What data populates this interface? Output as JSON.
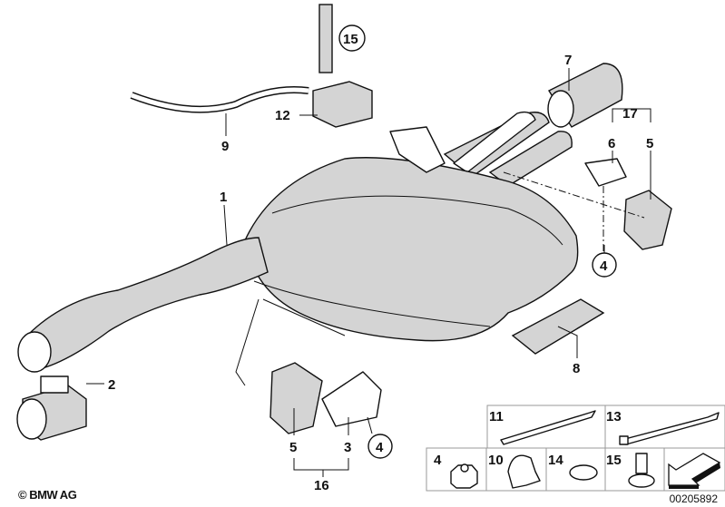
{
  "callouts": {
    "c15_top": "15",
    "c7": "7",
    "c12": "12",
    "c9": "9",
    "c17": "17",
    "c6": "6",
    "c5_right": "5",
    "c1": "1",
    "c4_right": "4",
    "c8": "8",
    "c2": "2",
    "c5_bottom": "5",
    "c3": "3",
    "c4_bottom": "4",
    "c16": "16"
  },
  "legend_grid": {
    "top_row": [
      "11",
      "13"
    ],
    "bottom_row": [
      "4",
      "10",
      "14",
      "15"
    ]
  },
  "copyright": "© BMW AG",
  "document_number": "00205892"
}
